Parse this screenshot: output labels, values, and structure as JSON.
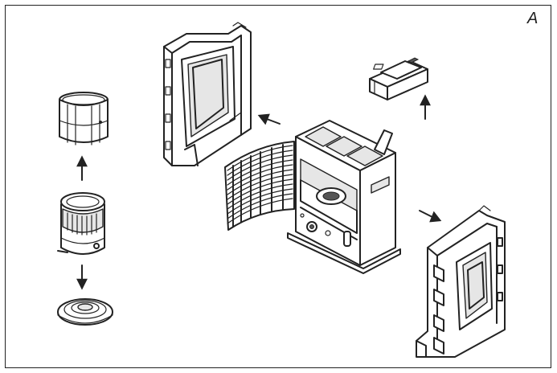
{
  "figure": {
    "panel_label": "A",
    "parts": [
      {
        "name": "upper-collar",
        "icon": "cylinder-sleeve-icon"
      },
      {
        "name": "burner-cylinder",
        "icon": "burner-icon"
      },
      {
        "name": "base-ring",
        "icon": "ring-plate-icon"
      },
      {
        "name": "left-side-panel",
        "icon": "frame-panel-icon"
      },
      {
        "name": "rear-grille",
        "icon": "grille-icon"
      },
      {
        "name": "heater-body",
        "icon": "heater-icon"
      },
      {
        "name": "top-module",
        "icon": "module-icon"
      },
      {
        "name": "right-side-panel",
        "icon": "frame-panel-icon"
      }
    ],
    "colors": {
      "line": "#222222",
      "background": "#ffffff",
      "shade": "#e6e6e6"
    }
  }
}
